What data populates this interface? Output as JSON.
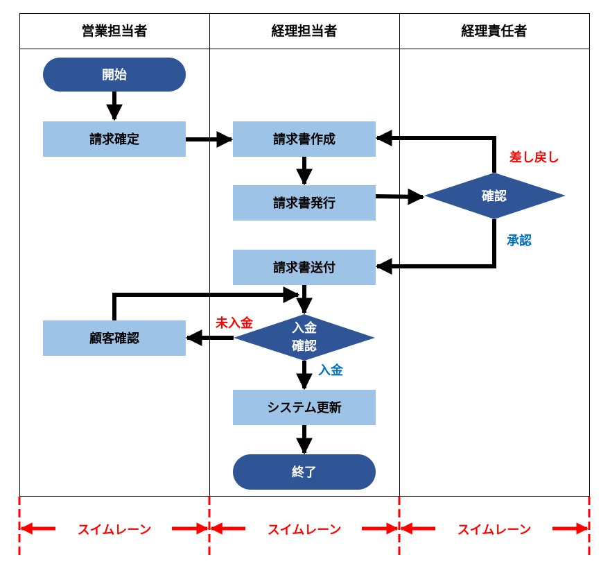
{
  "lanes": [
    {
      "header": "営業担当者",
      "footer": "スイムレーン"
    },
    {
      "header": "経理担当者",
      "footer": "スイムレーン"
    },
    {
      "header": "経理責任者",
      "footer": "スイムレーン"
    }
  ],
  "nodes": {
    "start": "開始",
    "invoice_confirm": "請求確定",
    "invoice_create": "請求書作成",
    "invoice_issue": "請求書発行",
    "approval_check": "確認",
    "invoice_send": "請求書送付",
    "customer_check": "顧客確認",
    "payment_check_line1": "入金",
    "payment_check_line2": "確認",
    "system_update": "システム更新",
    "end": "終了"
  },
  "edge_labels": {
    "send_back": "差し戻し",
    "approve": "承認",
    "unpaid": "未入金",
    "paid": "入金"
  },
  "colors": {
    "process_fill": "#9dc3e6",
    "terminal_fill": "#2f5597",
    "decision_fill": "#2f5597",
    "negative_label": "#ff0000",
    "positive_label": "#0070c0",
    "lane_marker": "#ff0000"
  }
}
